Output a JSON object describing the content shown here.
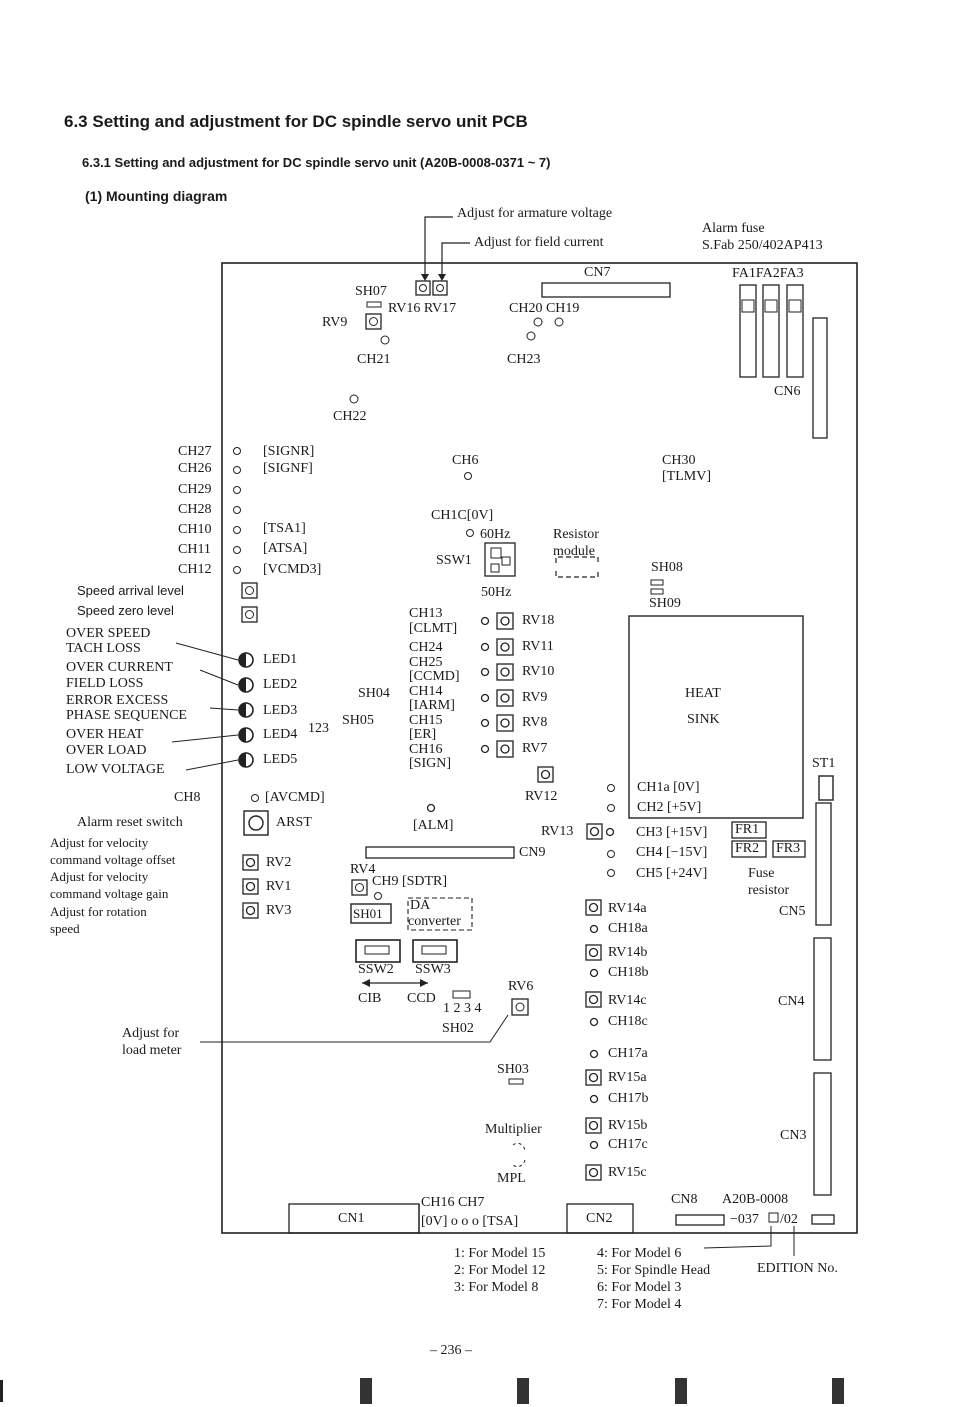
{
  "heading": {
    "section": "6.3   Setting and adjustment for DC spindle servo unit PCB",
    "subsection": "6.3.1   Setting and adjustment for DC spindle servo unit (A20B-0008-0371 ~ 7)",
    "item": "(1)   Mounting diagram"
  },
  "callouts": {
    "armature": "Adjust for armature voltage",
    "field": "Adjust for field current",
    "alarm_fuse_1": "Alarm fuse",
    "alarm_fuse_2": "S.Fab 250/402AP413"
  },
  "board": {
    "top": {
      "cn7": "CN7",
      "fa": "FA1FA2FA3",
      "cn6": "CN6",
      "sh07": "SH07",
      "rv16_17": "RV16  RV17",
      "rv9": "RV9",
      "ch21": "CH21",
      "ch20_19": "CH20  CH19",
      "ch23": "CH23",
      "ch22": "CH22"
    },
    "left_channels": [
      {
        "id": "CH27",
        "signal": "[SIGNR]"
      },
      {
        "id": "CH26",
        "signal": "[SIGNF]"
      },
      {
        "id": "CH29",
        "signal": ""
      },
      {
        "id": "CH28",
        "signal": ""
      },
      {
        "id": "CH10",
        "signal": "[TSA1]"
      },
      {
        "id": "CH11",
        "signal": "[ATSA]"
      },
      {
        "id": "CH12",
        "signal": "[VCMD3]"
      }
    ],
    "speed_labels": [
      "Speed arrival level",
      "Speed zero level"
    ],
    "led_causes": [
      "OVER SPEED",
      "TACH LOSS",
      "OVER CURRENT",
      "FIELD LOSS",
      "ERROR EXCESS",
      "PHASE SEQUENCE",
      "OVER HEAT",
      "OVER LOAD",
      "LOW VOLTAGE"
    ],
    "leds": [
      "LED1",
      "LED2",
      "LED3",
      "LED4",
      "LED5"
    ],
    "led_123": "123",
    "ch8": "CH8",
    "avcmd": "[AVCMD]",
    "alarm_reset": "Alarm reset switch",
    "arst": "ARST",
    "adjust_labels": [
      "Adjust for velocity",
      "command voltage offset",
      "Adjust for velocity",
      "command voltage gain",
      "Adjust for rotation",
      "speed"
    ],
    "left_rvs": [
      "RV2",
      "RV1",
      "RV3"
    ],
    "load_meter": [
      "Adjust for",
      "load meter"
    ],
    "center": {
      "ch6": "CH6",
      "ch1c": "CH1C[0V]",
      "hz60": "60Hz",
      "ssw1": "SSW1",
      "hz50": "50Hz",
      "resistor": [
        "Resistor",
        "module"
      ],
      "ch_list": [
        "CH13",
        "[CLMT]",
        "CH24",
        "CH25",
        "[CCMD]",
        "CH14",
        "[IARM]",
        "CH15",
        "[ER]",
        "CH16",
        "[SIGN]"
      ],
      "sh04": "SH04",
      "sh05": "SH05",
      "rvs": [
        "RV18",
        "RV11",
        "RV10",
        "RV9",
        "RV8",
        "RV7"
      ],
      "rv12": "RV12",
      "alm": "[ALM]",
      "rv13": "RV13",
      "cn9": "CN9",
      "rv4": "RV4",
      "ch9": "CH9 [SDTR]",
      "sh01": "SH01",
      "da": [
        "DA",
        "converter"
      ],
      "ssw2": "SSW2",
      "ssw3": "SSW3",
      "cib": "CIB",
      "ccd": "CCD",
      "n1234": "1 2 3 4",
      "rv6": "RV6",
      "sh02": "SH02",
      "sh03": "SH03",
      "multiplier": "Multiplier",
      "mpl": "MPL"
    },
    "right": {
      "ch30": "CH30",
      "tlmv": "[TLMV]",
      "sh08": "SH08",
      "sh09": "SH09",
      "heat_sink": [
        "HEAT",
        "SINK"
      ],
      "st1": "ST1",
      "supplies": [
        "CH1a [0V]",
        "CH2 [+5V]",
        "CH3 [+15V]",
        "CH4 [−15V]",
        "CH5 [+24V]"
      ],
      "fr": [
        "FR1",
        "FR2",
        "FR3"
      ],
      "fuse_resistor": [
        "Fuse",
        "resistor"
      ],
      "cn5": "CN5",
      "cn4": "CN4",
      "cn3": "CN3",
      "rv14_list": [
        "RV14a",
        "CH18a",
        "RV14b",
        "CH18b",
        "RV14c",
        "CH18c",
        "CH17a",
        "RV15a",
        "CH17b",
        "RV15b",
        "CH17c",
        "RV15c"
      ]
    },
    "bottom": {
      "cn1": "CN1",
      "ch16_ch7": "CH16   CH7",
      "ov_tsa": "[0V]  o  o  o [TSA]",
      "cn2": "CN2",
      "cn8": "CN8",
      "part": "A20B-0008",
      "part2": "−037",
      "edition": "/02"
    }
  },
  "models": [
    "1: For Model 15",
    "2: For Model 12",
    "3: For Model 8",
    "4: For Model 6",
    "5: For Spindle Head",
    "6: For Model 3",
    "7: For Model 4"
  ],
  "edition_label": "EDITION No.",
  "page_number": "– 236 –"
}
